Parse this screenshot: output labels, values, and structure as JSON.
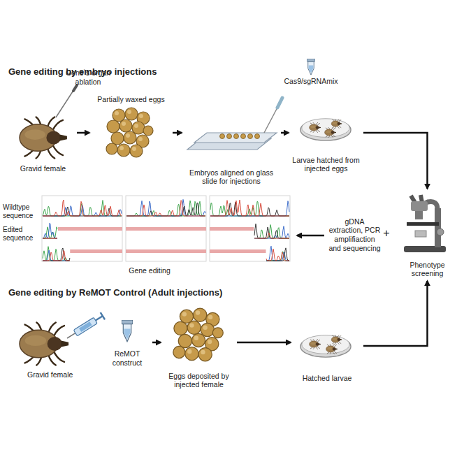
{
  "diagram": {
    "nodes": [
      {
        "text": [
          "Gravid female"
        ]
      },
      {
        "text": [
          "Partially waxed eggs"
        ]
      },
      {
        "text": [
          "Embryos aligned on glass slide for injections"
        ]
      },
      {
        "text": [
          "Larvae hatched from injected eggs"
        ]
      },
      {
        "text": [
          "Phenotype screening"
        ]
      },
      {
        "text": [
          "gDNA extraction, PCR amplifiaction and sequencing"
        ]
      },
      {
        "text": [
          "Gene editing"
        ]
      },
      {
        "text": [
          "Gravid female"
        ]
      },
      {
        "text": [
          "Eggs deposited by injected female"
        ]
      },
      {
        "text": [
          "Hatched larvae"
        ]
      }
    ],
    "edges": [
      {
        "from": 0,
        "to": 1,
        "arrow": "to"
      },
      {
        "from": 1,
        "to": 2,
        "arrow": "to"
      },
      {
        "from": 2,
        "to": 3,
        "arrow": "to"
      },
      {
        "from": 3,
        "to": 4,
        "arrow": "to"
      },
      {
        "from": 5,
        "to": 6,
        "arrow": "to"
      },
      {
        "from": 7,
        "to": 8,
        "arrow": "to"
      },
      {
        "from": 8,
        "to": 9,
        "arrow": "to"
      },
      {
        "from": 9,
        "to": 4,
        "arrow": "to"
      }
    ],
    "labels": [
      "Gene editing by embryo injections",
      "Gene`s organ ablation",
      "Cas9/sgRNAmix",
      "+",
      "Wildtype sequence",
      "Edited sequence",
      "Gene editing by ReMOT Control (Adult injections)",
      "ReMOT construct"
    ]
  }
}
